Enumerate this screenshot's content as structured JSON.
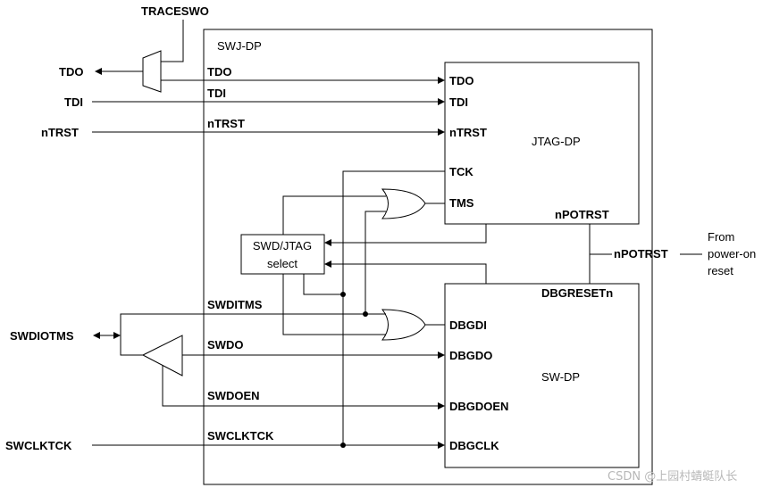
{
  "labels": {
    "traceswo": "TRACESWO",
    "swj_dp": "SWJ-DP",
    "tdo_ext": "TDO",
    "tdi_ext": "TDI",
    "ntrst_ext": "nTRST",
    "tdo_int": "TDO",
    "tdi_int": "TDI",
    "ntrst_int": "nTRST",
    "jtag_tdo": "TDO",
    "jtag_tdi": "TDI",
    "jtag_ntrst": "nTRST",
    "jtag_tck": "TCK",
    "jtag_tms": "TMS",
    "jtag_title": "JTAG-DP",
    "jtag_npotrst": "nPOTRST",
    "select_line1": "SWD/JTAG",
    "select_line2": "select",
    "npotrst_ext": "nPOTRST",
    "from_line1": "From",
    "from_line2": "power-on",
    "from_line3": "reset",
    "dbgresetn": "DBGRESETn",
    "swditms": "SWDITMS",
    "swdiotms_ext": "SWDIOTMS",
    "swdo": "SWDO",
    "swdoen": "SWDOEN",
    "swclktck_int": "SWCLKTCK",
    "swclktck_ext": "SWCLKTCK",
    "sw_dbgdi": "DBGDI",
    "sw_dbgdo": "DBGDO",
    "sw_dbgdoen": "DBGDOEN",
    "sw_dbgclk": "DBGCLK",
    "sw_title": "SW-DP",
    "watermark": "CSDN @上园村蜻蜓队长"
  }
}
